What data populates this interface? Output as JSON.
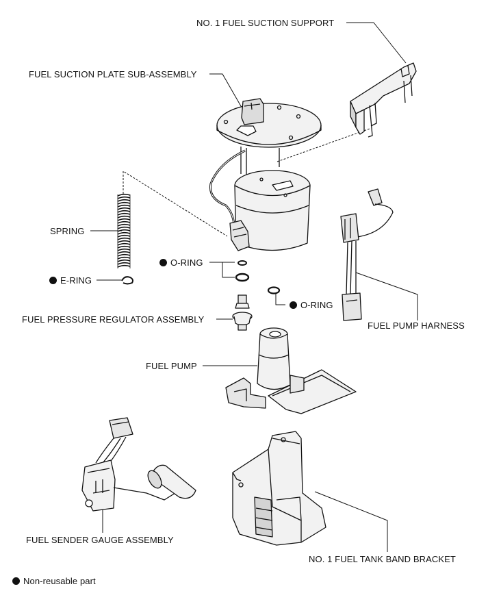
{
  "labels": {
    "no1_fuel_suction_support": "NO. 1 FUEL SUCTION SUPPORT",
    "fuel_suction_plate": "FUEL SUCTION PLATE SUB-ASSEMBLY",
    "spring": "SPRING",
    "e_ring": "E-RING",
    "o_ring_upper": "O-RING",
    "o_ring_right": "O-RING",
    "fuel_pressure_regulator": "FUEL PRESSURE REGULATOR ASSEMBLY",
    "fuel_pump_harness": "FUEL PUMP HARNESS",
    "fuel_pump": "FUEL PUMP",
    "fuel_sender_gauge": "FUEL SENDER GAUGE ASSEMBLY",
    "no1_fuel_tank_band_bracket": "NO. 1 FUEL TANK BAND BRACKET"
  },
  "legend": {
    "text": "Non-reusable part"
  },
  "colors": {
    "line": "#111111",
    "part_fill": "#f2f2f2",
    "part_shade": "#d4d4d4"
  }
}
